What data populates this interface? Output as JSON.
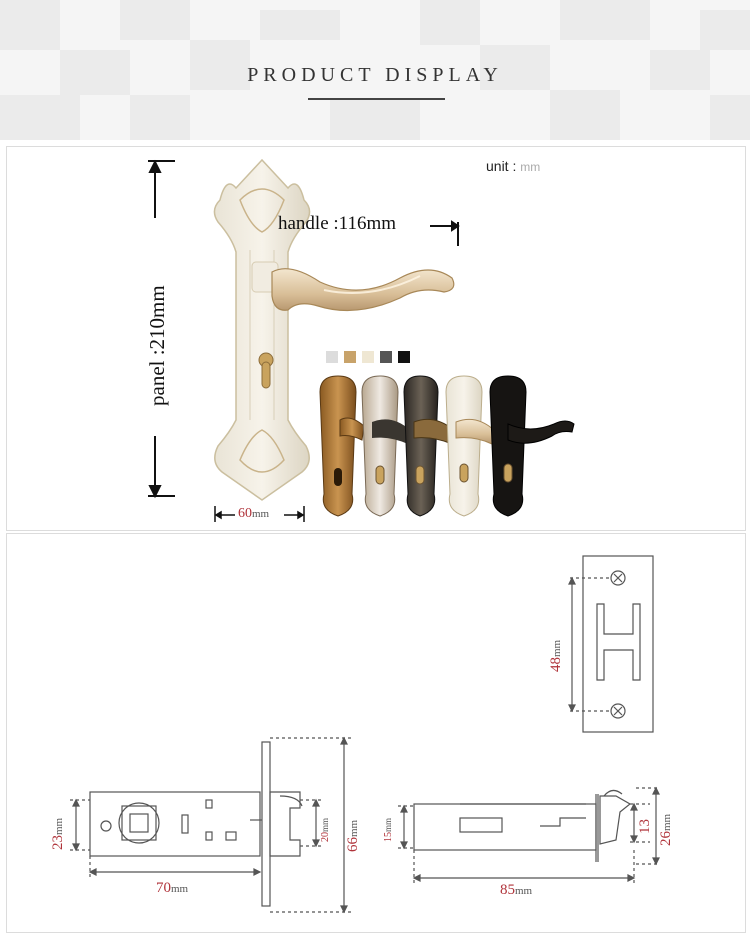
{
  "header": {
    "title": "PRODUCT DISPLAY"
  },
  "unit": {
    "label": "unit :",
    "value": "mm"
  },
  "dimensions": {
    "handle": "handle :116mm",
    "panel": "panel :210mm",
    "width_value": "60",
    "width_unit": "mm"
  },
  "colors": {
    "swatches": [
      "#dcdcdc",
      "#c8a36a",
      "#efe7d3",
      "#555555",
      "#111111"
    ],
    "finishes": [
      "antique bronze",
      "silver",
      "black bronze",
      "ivory",
      "black"
    ]
  },
  "drawing": {
    "strike_height": {
      "value": "48",
      "unit": "mm"
    },
    "latch_body_height": {
      "value": "23",
      "unit": "mm"
    },
    "latch_length": {
      "value": "70",
      "unit": "mm"
    },
    "faceplate_inner": {
      "value": "20",
      "unit": "mm"
    },
    "faceplate_height": {
      "value": "66",
      "unit": "mm"
    },
    "side_body": {
      "value": "15",
      "unit": "mm"
    },
    "side_length": {
      "value": "85",
      "unit": "mm"
    },
    "bolt_height": {
      "value": "13",
      "unit": ""
    },
    "bolt_total": {
      "value": "26",
      "unit": "mm"
    }
  }
}
